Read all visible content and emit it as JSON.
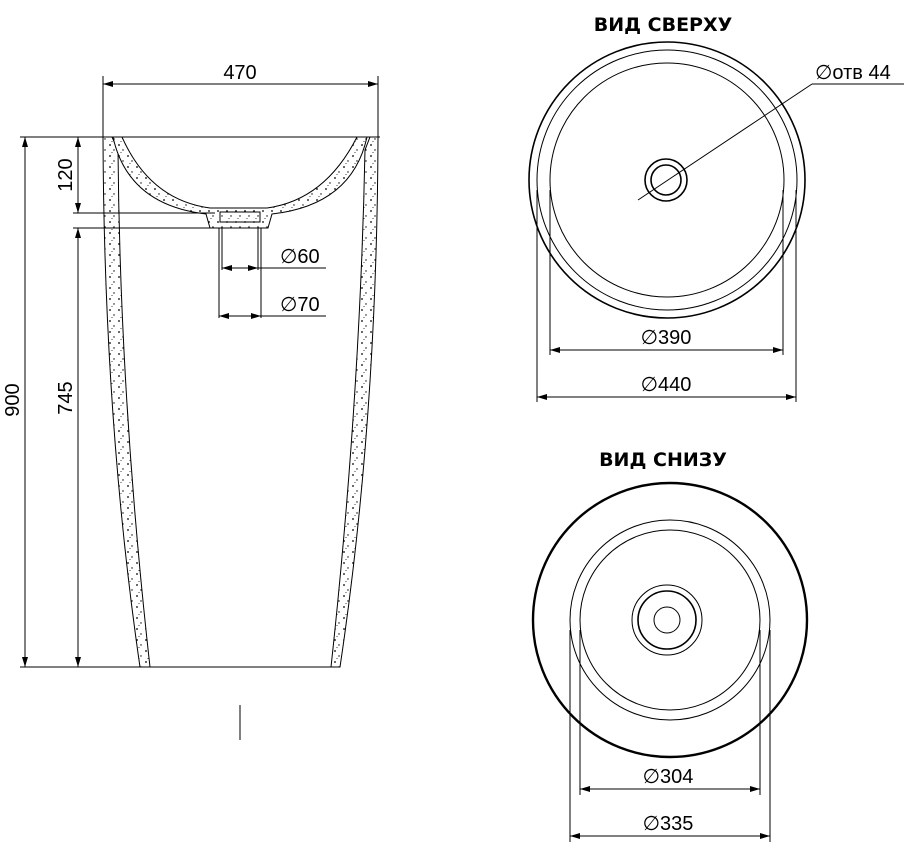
{
  "side_view": {
    "width_label": "470",
    "total_height_label": "900",
    "pedestal_height_label": "745",
    "bowl_depth_label": "120",
    "drain_inner_label": "∅60",
    "drain_outer_label": "∅70"
  },
  "top_view": {
    "title": "ВИД СВЕРХУ",
    "hole_label": "∅отв 44",
    "inner_diameter_label": "∅390",
    "outer_diameter_label": "∅440"
  },
  "bottom_view": {
    "title": "ВИД СНИЗУ",
    "inner_diameter_label": "∅304",
    "outer_diameter_label": "∅335"
  },
  "colors": {
    "line": "#000000",
    "background": "#ffffff"
  }
}
